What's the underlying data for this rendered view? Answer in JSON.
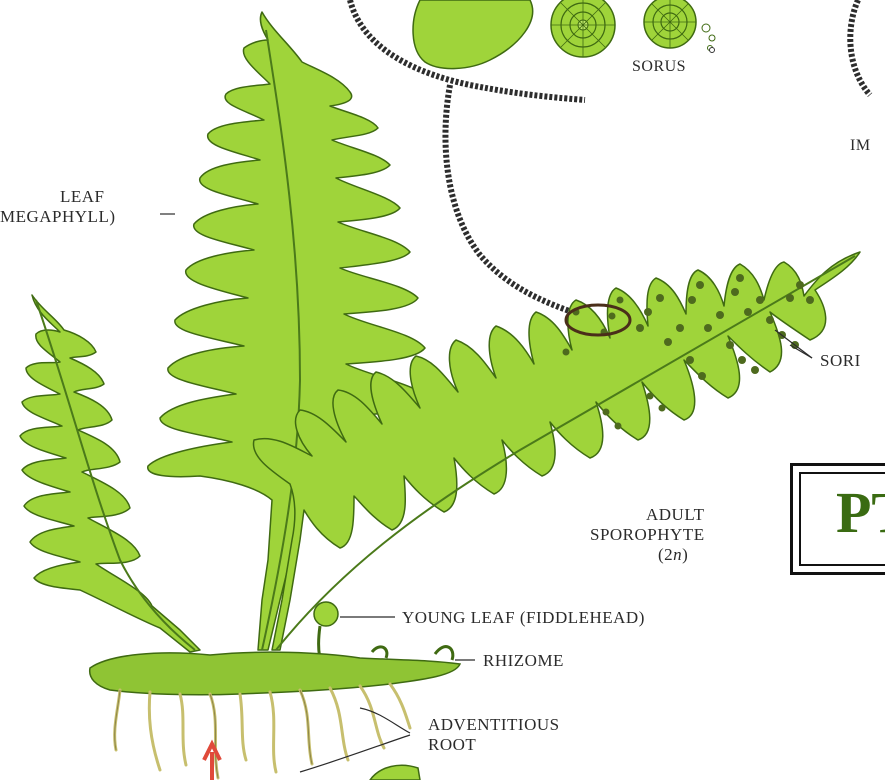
{
  "labels": {
    "sorus": "SORUS",
    "im": "IM",
    "leaf_line1": "LEAF",
    "leaf_line2": "MEGAPHYLL)",
    "sori": "SORI",
    "adult_line1": "ADULT",
    "adult_line2": "SPOROPHYTE",
    "adult_line3": "(2n)",
    "young_leaf": "YOUNG LEAF (FIDDLEHEAD)",
    "rhizome": "RHIZOME",
    "root_line1": "ADVENTITIOUS",
    "root_line2": "ROOT"
  },
  "title_fragment": "PT",
  "colors": {
    "leaf_fill": "#9fd43a",
    "leaf_stroke": "#3f6a12",
    "vein": "#4b7a1a",
    "sorus_dot": "#4e6a1e",
    "title": "#3a6b12",
    "dashed_line": "#2d2d2d"
  }
}
